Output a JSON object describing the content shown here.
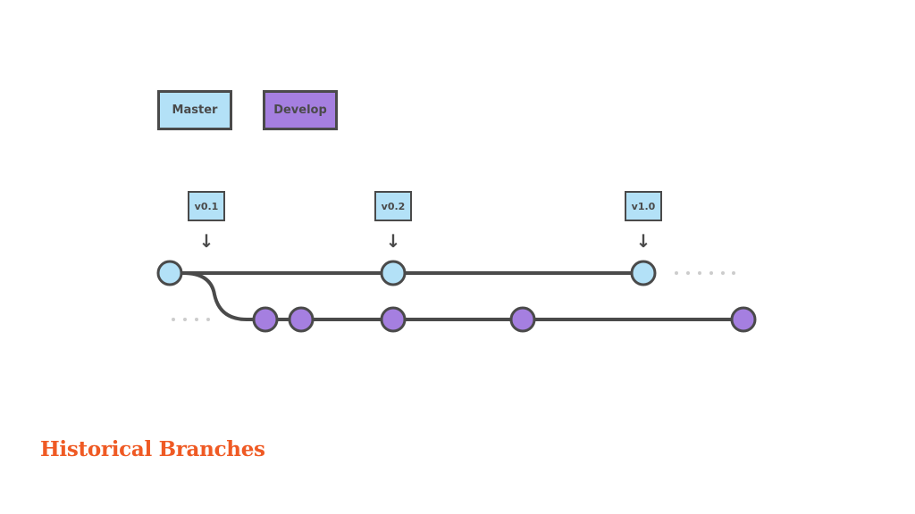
{
  "legend": {
    "master_label": "Master",
    "develop_label": "Develop"
  },
  "tags": [
    {
      "label": "v0.1"
    },
    {
      "label": "v0.2"
    },
    {
      "label": "v1.0"
    }
  ],
  "title": "Historical Branches",
  "colors": {
    "master": "#b3e1f7",
    "develop": "#a57fe0",
    "line": "#4a4a4a",
    "title": "#ef5a24",
    "dots": "#cccccc"
  },
  "icons": {
    "tag_arrow": "down-arrow-icon"
  }
}
